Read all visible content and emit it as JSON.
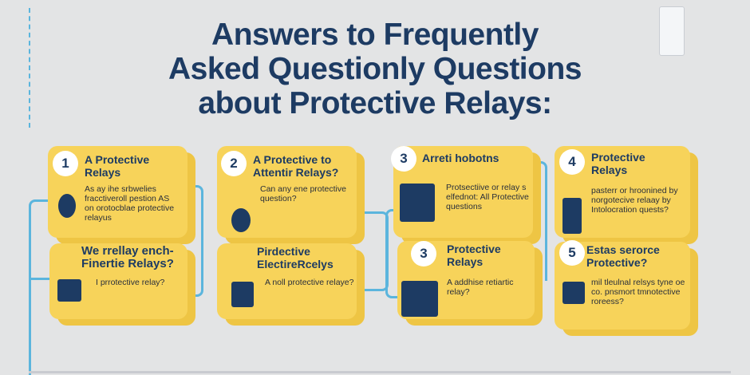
{
  "title": {
    "line1": "Answers to Frequently",
    "line2": "Asked Questionly Questions",
    "line3": "about Protective Relays:"
  },
  "cards": [
    {
      "number": "1",
      "title": "A Protective Relays",
      "body": "As ay ihe srbwelies fracctiveroll pestion AS on orotocblae protective relayus",
      "icon": "relay-bulb-icon"
    },
    {
      "number": "",
      "title": "We rrellay ench- Finertie Relays?",
      "body": "I prrotective relay?",
      "icon": "relay-panel-icon"
    },
    {
      "number": "2",
      "title": "A Protective to Attentir Relays?",
      "body": "Can any ene protective question?",
      "icon": "relay-meter-icon"
    },
    {
      "number": "",
      "title": "Pirdective ElectireRcelys",
      "body": "A noll protective relaye?",
      "icon": "relay-panel-icon"
    },
    {
      "number": "3",
      "title": "Arreti hobotns",
      "body": "Protsectiive or relay s elfednot: All Protective questions",
      "icon": "relay-cabinet-icon"
    },
    {
      "number": "3",
      "title": "Protective Relays",
      "body": "A addhise retiartic relay?",
      "icon": "relay-rack-icon"
    },
    {
      "number": "4",
      "title": "Protective Relays",
      "body": "pasterr or hroonined by norgotecive relaay by Intolocration quests?",
      "icon": "relay-switch-icon"
    },
    {
      "number": "5",
      "title": "Estas serorce Protective?",
      "body": "mil tleulnal relsys tyne oe co. pnsmort tmnotective roreess?",
      "icon": "relay-switch-icon"
    }
  ],
  "colors": {
    "card": "#f7d35a",
    "navy": "#1d3b63",
    "wire": "#5bb5dd",
    "background": "#e3e4e5"
  }
}
